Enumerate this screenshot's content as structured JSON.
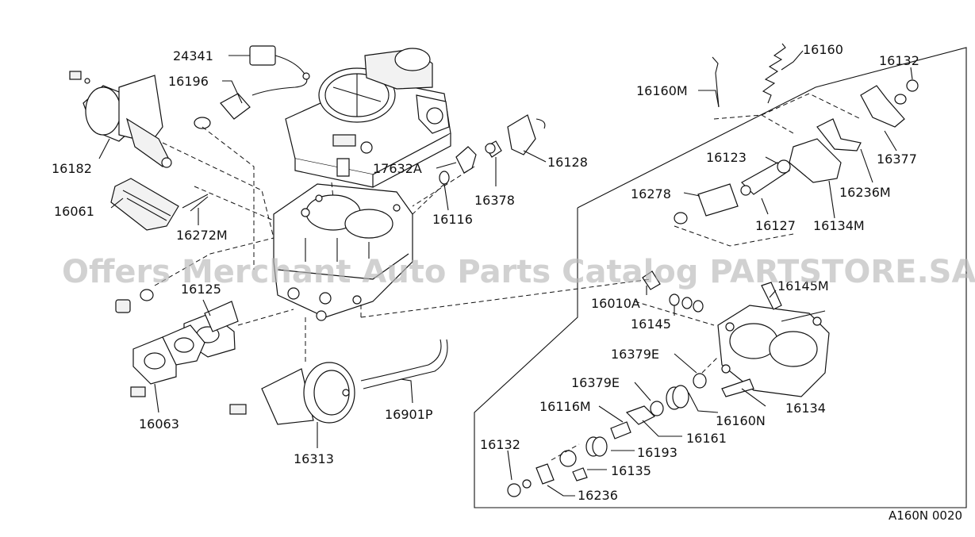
{
  "diagram": {
    "watermark": "Offers Merchant Auto Parts Catalog PARTSTORE.SA",
    "figure_code": "A160N 0020",
    "labels": {
      "p24341": "24341",
      "p16196": "16196",
      "p16182": "16182",
      "p16061": "16061",
      "p16272M": "16272M",
      "p17632A": "17632A",
      "p16116": "16116",
      "p16378": "16378",
      "p16128": "16128",
      "p16160M": "16160M",
      "p16160": "16160",
      "p16132a": "16132",
      "p16123": "16123",
      "p16377": "16377",
      "p16236M": "16236M",
      "p16278": "16278",
      "p16127": "16127",
      "p16134M": "16134M",
      "p16010A": "16010A",
      "p16145M": "16145M",
      "p16145": "16145",
      "p16379Ea": "16379E",
      "p16379Eb": "16379E",
      "p16116M": "16116M",
      "p16160N": "16160N",
      "p16134": "16134",
      "p16161": "16161",
      "p16132b": "16132",
      "p16193": "16193",
      "p16135": "16135",
      "p16236": "16236",
      "p16125": "16125",
      "p16063": "16063",
      "p16313": "16313",
      "p16901P": "16901P"
    }
  }
}
